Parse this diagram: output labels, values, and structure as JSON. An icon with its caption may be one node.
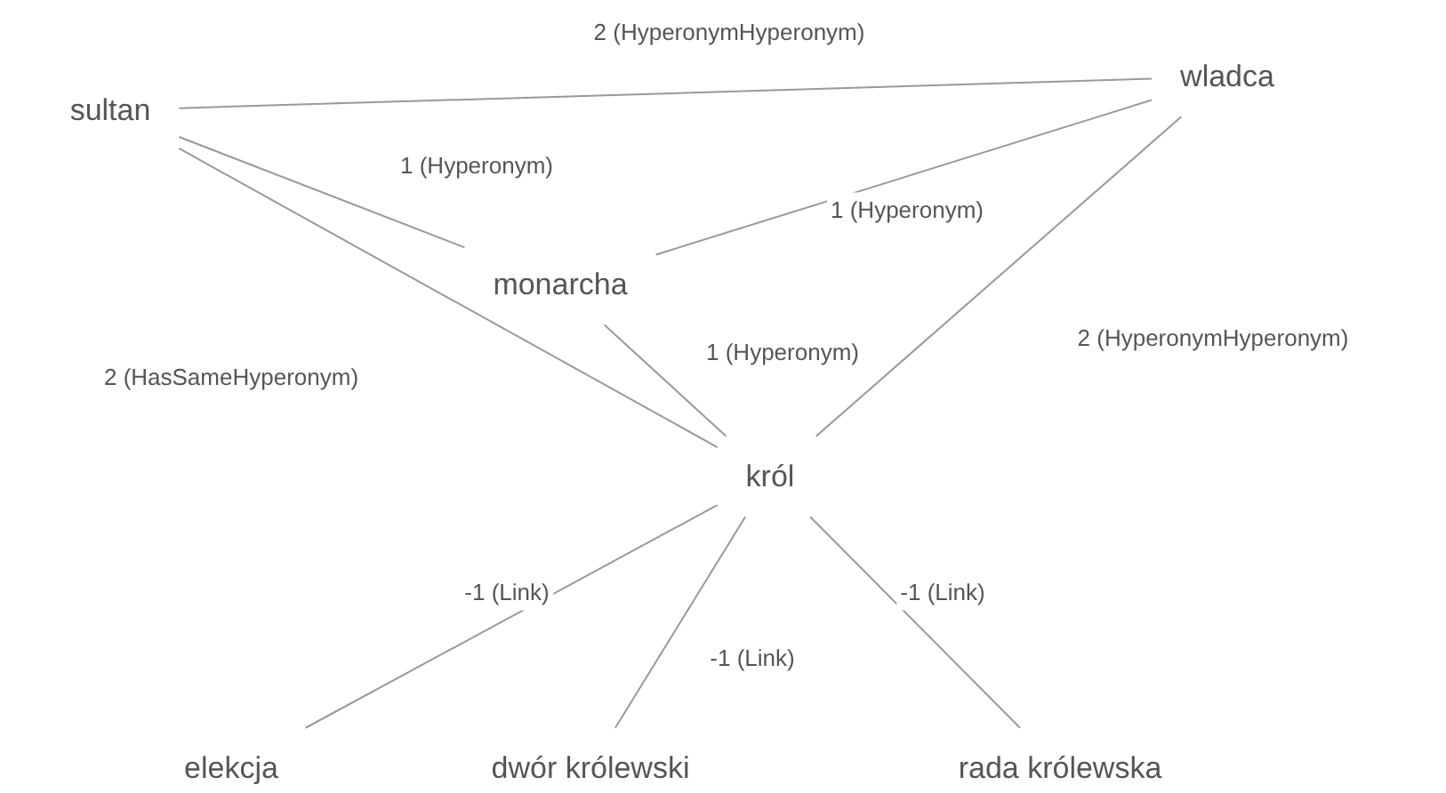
{
  "diagram": {
    "nodes": [
      {
        "text": [
          "sultan"
        ]
      },
      {
        "text": [
          "wladca"
        ]
      },
      {
        "text": [
          "monarcha"
        ]
      },
      {
        "text": [
          "król"
        ]
      },
      {
        "text": [
          "elekcja"
        ]
      },
      {
        "text": [
          "dwór królewski"
        ]
      },
      {
        "text": [
          "rada królewska"
        ]
      }
    ],
    "edges": [
      {
        "from": 0,
        "to": 1,
        "arrow": "none",
        "label": "2 (HyperonymHyperonym)"
      },
      {
        "from": 0,
        "to": 2,
        "arrow": "none",
        "label": "1 (Hyperonym)"
      },
      {
        "from": 1,
        "to": 2,
        "arrow": "none",
        "label": "1 (Hyperonym)"
      },
      {
        "from": 0,
        "to": 3,
        "arrow": "none",
        "label": "2 (HasSameHyperonym)"
      },
      {
        "from": 2,
        "to": 3,
        "arrow": "none",
        "label": "1 (Hyperonym)"
      },
      {
        "from": 1,
        "to": 3,
        "arrow": "none",
        "label": "2 (HyperonymHyperonym)"
      },
      {
        "from": 3,
        "to": 4,
        "arrow": "none",
        "label": "-1 (Link)"
      },
      {
        "from": 3,
        "to": 5,
        "arrow": "none",
        "label": "-1 (Link)"
      },
      {
        "from": 3,
        "to": 6,
        "arrow": "none",
        "label": "-1 (Link)"
      }
    ]
  }
}
